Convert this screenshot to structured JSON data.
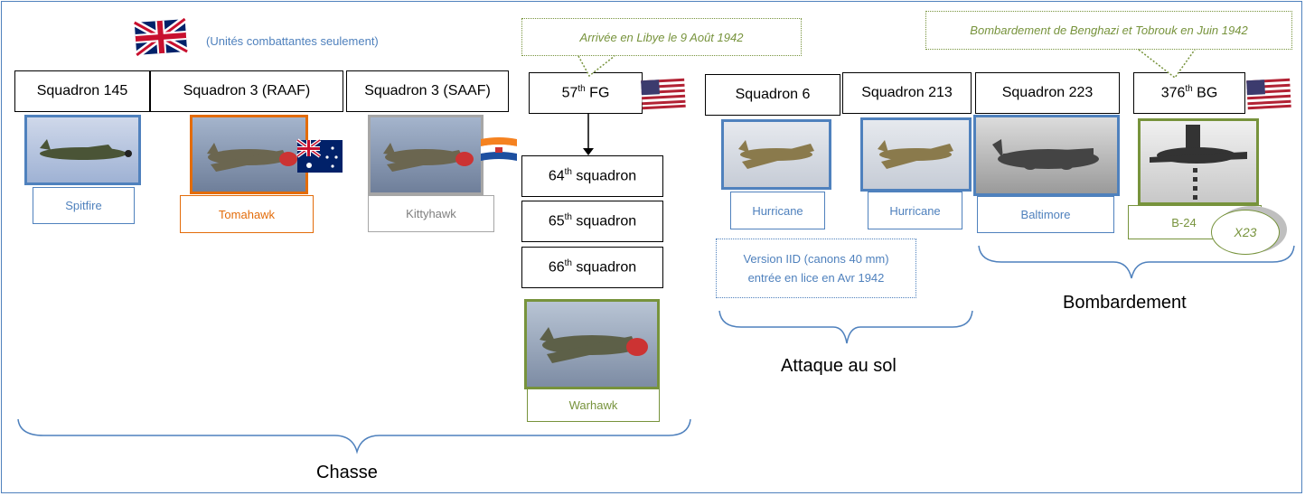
{
  "header_note": "(Unités combattantes seulement)",
  "callouts": {
    "arrival": "Arrivée en Libye le 9 Août 1942",
    "bombing": "Bombardement de Benghazi et Tobrouk en Juin 1942",
    "version": [
      "Version IID (canons 40 mm)",
      "entrée en lice en Avr 1942"
    ]
  },
  "squadrons": {
    "sq145": "Squadron 145",
    "sq3raaf": "Squadron 3 (RAAF)",
    "sq3saaf": "Squadron 3 (SAAF)",
    "fg57": {
      "num": "57",
      "sup": "th",
      "rest": " FG"
    },
    "sq6": "Squadron 6",
    "sq213": "Squadron 213",
    "sq223": "Squadron 223",
    "bg376": {
      "num": "376",
      "sup": "th",
      "rest": " BG"
    }
  },
  "sub_squadrons": [
    {
      "num": "64",
      "sup": "th",
      "rest": " squadron"
    },
    {
      "num": "65",
      "sup": "th",
      "rest": " squadron"
    },
    {
      "num": "66",
      "sup": "th",
      "rest": " squadron"
    }
  ],
  "aircraft": {
    "spitfire": "Spitfire",
    "tomahawk": "Tomahawk",
    "kittyhawk": "Kittyhawk",
    "warhawk": "Warhawk",
    "hurricane1": "Hurricane",
    "hurricane2": "Hurricane",
    "baltimore": "Baltimore",
    "b24": "B-24",
    "x23": "X23"
  },
  "groups": {
    "chasse": "Chasse",
    "attaque": "Attaque au sol",
    "bombardement": "Bombardement"
  },
  "colors": {
    "blue": "#4f81bd",
    "orange": "#e36c0a",
    "gray": "#a6a6a6",
    "green": "#77933c",
    "note_blue": "#4f81bd"
  }
}
